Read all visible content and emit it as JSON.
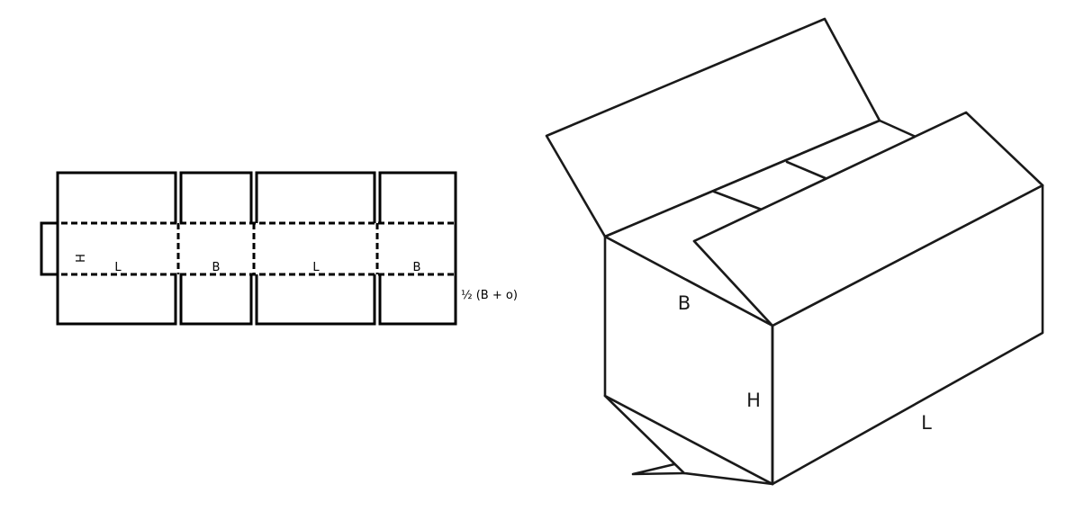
{
  "flat_layout": {
    "panel_labels": [
      "L",
      "B",
      "L",
      "B"
    ],
    "height_label": "H",
    "flap_dimension": "½ (B + o)"
  },
  "box_3d": {
    "width_label": "B",
    "height_label": "H",
    "length_label": "L"
  }
}
